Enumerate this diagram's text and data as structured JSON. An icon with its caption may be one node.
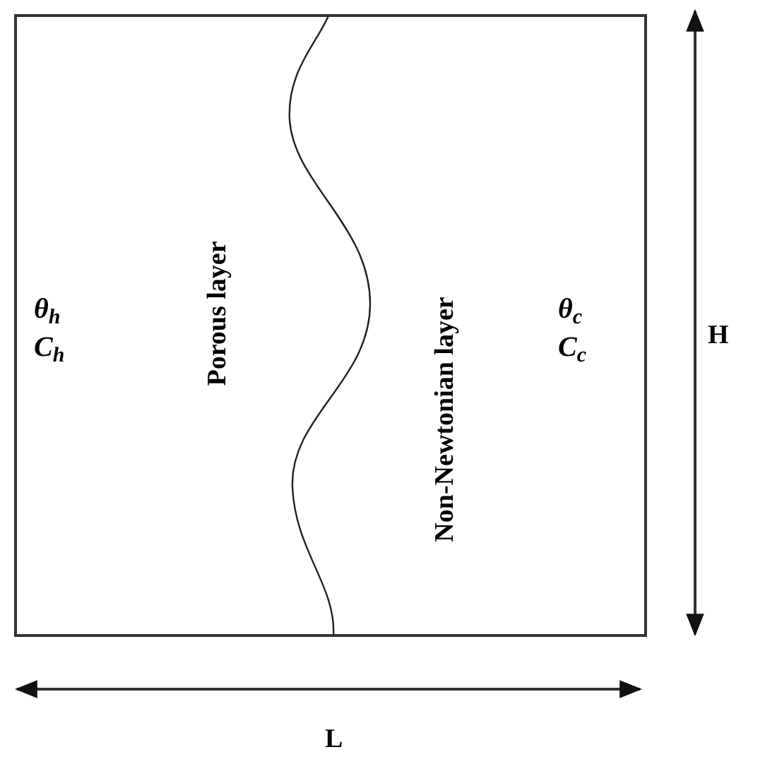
{
  "diagram": {
    "nodes": [
      {
        "text": [
          "θ$_{h}$",
          "C$_{h}$",
          "Porous layer",
          "Non-Newtonian layer",
          "θ$_{c}$",
          "C$_{c}$"
        ]
      }
    ],
    "labels": [
      "H",
      "L"
    ]
  }
}
